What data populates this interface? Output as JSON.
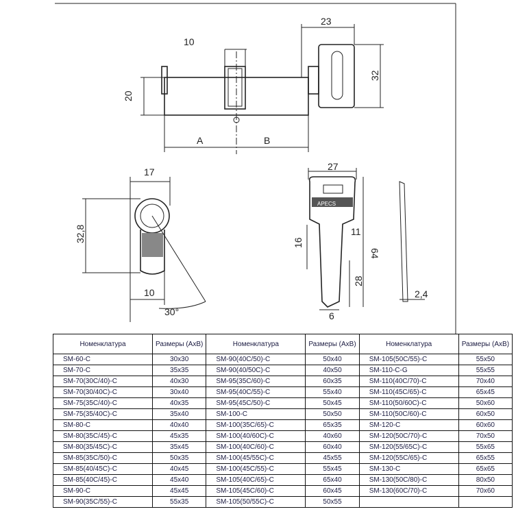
{
  "drawing": {
    "top_view": {
      "dim_10": "10",
      "dim_23": "23",
      "dim_32": "32",
      "dim_20": "20",
      "label_a": "A",
      "label_b": "B"
    },
    "side_view": {
      "dim_17": "17",
      "dim_32_8": "32,8",
      "dim_10": "10",
      "angle": "30°"
    },
    "key": {
      "dim_27": "27",
      "brand": "APECS",
      "dim_16": "16",
      "dim_11": "11",
      "dim_64": "64",
      "dim_28": "28",
      "dim_6": "6",
      "dim_2_4": "2,4"
    }
  },
  "table": {
    "header_name": "Номенклатура",
    "header_size": "Размеры (AxB)",
    "columns": [
      [
        [
          "SM-60-C",
          "30x30"
        ],
        [
          "SM-70-C",
          "35x35"
        ],
        [
          "SM-70(30C/40)-C",
          "40x30"
        ],
        [
          "SM-70(30/40C)-C",
          "30x40"
        ],
        [
          "SM-75(35C/40)-C",
          "40x35"
        ],
        [
          "SM-75(35/40C)-C",
          "35x40"
        ],
        [
          "SM-80-C",
          "40x40"
        ],
        [
          "SM-80(35C/45)-C",
          "45x35"
        ],
        [
          "SM-80(35/45C)-C",
          "35x45"
        ],
        [
          "SM-85(35C/50)-C",
          "50x35"
        ],
        [
          "SM-85(40/45C)-C",
          "40x45"
        ],
        [
          "SM-85(40C/45)-C",
          "45x40"
        ],
        [
          "SM-90-C",
          "45x45"
        ],
        [
          "SM-90(35C/55)-C",
          "55x35"
        ]
      ],
      [
        [
          "SM-90(40C/50)-C",
          "50x40"
        ],
        [
          "SM-90(40/50C)-C",
          "40x50"
        ],
        [
          "SM-95(35C/60)-C",
          "60x35"
        ],
        [
          "SM-95(40C/55)-C",
          "55x40"
        ],
        [
          "SM-95(45C/50)-C",
          "50x45"
        ],
        [
          "SM-100-C",
          "50x50"
        ],
        [
          "SM-100(35C/65)-C",
          "65x35"
        ],
        [
          "SM-100(40/60C)-C",
          "40x60"
        ],
        [
          "SM-100(40C/60)-C",
          "60x40"
        ],
        [
          "SM-100(45/55C)-C",
          "45x55"
        ],
        [
          "SM-100(45C/55)-C",
          "55x45"
        ],
        [
          "SM-105(40C/65)-C",
          "65x40"
        ],
        [
          "SM-105(45C/60)-C",
          "60x45"
        ],
        [
          "SM-105(50/55C)-C",
          "50x55"
        ]
      ],
      [
        [
          "SM-105(50C/55)-C",
          "55x50"
        ],
        [
          "SM-110-C-G",
          "55x55"
        ],
        [
          "SM-110(40C/70)-C",
          "70x40"
        ],
        [
          "SM-110(45C/65)-C",
          "65x45"
        ],
        [
          "SM-110(50/60C)-C",
          "50x60"
        ],
        [
          "SM-110(50C/60)-C",
          "60x50"
        ],
        [
          "SM-120-C",
          "60x60"
        ],
        [
          "SM-120(50C/70)-C",
          "70x50"
        ],
        [
          "SM-120(55/65C)-C",
          "55x65"
        ],
        [
          "SM-120(55C/65)-C",
          "65x55"
        ],
        [
          "SM-130-C",
          "65x65"
        ],
        [
          "SM-130(50C/80)-C",
          "80x50"
        ],
        [
          "SM-130(60C/70)-C",
          "70x60"
        ],
        [
          "",
          ""
        ]
      ]
    ]
  }
}
